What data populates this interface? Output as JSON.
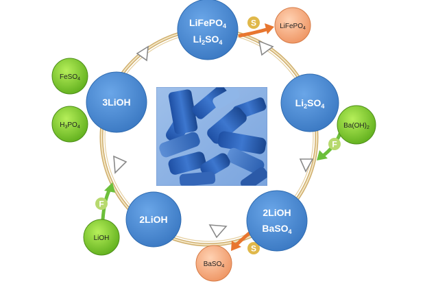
{
  "colors": {
    "blue_node": "#4a8cd6",
    "green_node": "#7ccc2e",
    "orange_node": "#f3a77a",
    "ring": "#d8b978",
    "arrow_orange": "#e8762f",
    "arrow_green": "#6cbf3a",
    "badge_s": "#e0b84a",
    "badge_f": "#b7d96e"
  },
  "icons": [
    "cycle-arrowhead-icon"
  ],
  "cycle_nodes": [
    {
      "line1": "LiFePO",
      "sub1": "4",
      "line2": "Li",
      "sub2a": "2",
      "line2b": "SO",
      "sub2b": "4"
    },
    {
      "line1": "Li",
      "sub1": "2",
      "line1b": "SO",
      "sub1b": "4"
    },
    {
      "line1": "2LiOH",
      "line2": "BaSO",
      "sub2": "4"
    },
    {
      "line1": "2LiOH"
    },
    {
      "line1": "3LiOH"
    }
  ],
  "reagents": {
    "lifepo4_out": {
      "text": "LiFePO",
      "sub": "4"
    },
    "baoh2_in": {
      "text": "Ba(OH)",
      "sub": "2"
    },
    "baso4_out": {
      "text": "BaSO",
      "sub": "4"
    },
    "lioh_in": {
      "text": "LiOH"
    },
    "feso4_in": {
      "text": "FeSO",
      "sub": "4"
    },
    "h3po4_in": {
      "pre": "H",
      "sub1": "3",
      "text": "PO",
      "sub": "4"
    }
  },
  "badges": {
    "s_top": "S",
    "s_bottom": "S",
    "f_right": "F",
    "f_left": "F"
  }
}
